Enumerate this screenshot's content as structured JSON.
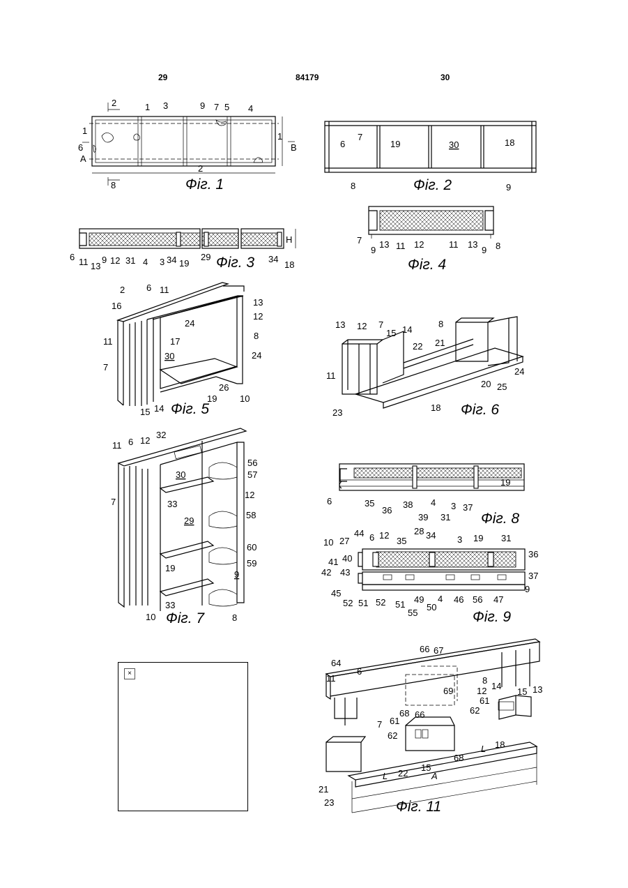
{
  "header": {
    "left_page": "29",
    "doc_number": "84179",
    "right_page": "30"
  },
  "figures": {
    "fig1": {
      "caption": "Фіг. 1",
      "labels": [
        "2",
        "1",
        "3",
        "9",
        "7",
        "5",
        "4",
        "1",
        "6",
        "A",
        "1",
        "B",
        "2",
        "8"
      ]
    },
    "fig2": {
      "caption": "Фіг. 2",
      "labels": [
        "7",
        "6",
        "19",
        "30",
        "18",
        "8",
        "9"
      ]
    },
    "fig3": {
      "caption": "Фіг. 3",
      "labels": [
        "H",
        "6",
        "11",
        "13",
        "9",
        "12",
        "4",
        "31",
        "3",
        "34",
        "19",
        "29",
        "34",
        "18"
      ]
    },
    "fig4": {
      "caption": "Фіг. 4",
      "labels": [
        "7",
        "9",
        "13",
        "11",
        "12",
        "11",
        "13",
        "9",
        "8"
      ]
    },
    "fig5": {
      "caption": "Фіг. 5",
      "labels": [
        "2",
        "6",
        "11",
        "16",
        "13",
        "12",
        "24",
        "17",
        "11",
        "8",
        "30",
        "24",
        "7",
        "26",
        "19",
        "10",
        "15",
        "14"
      ]
    },
    "fig6": {
      "caption": "Фіг. 6",
      "labels": [
        "13",
        "12",
        "7",
        "15",
        "14",
        "8",
        "22",
        "21",
        "11",
        "24",
        "20",
        "25",
        "23",
        "18"
      ]
    },
    "fig7": {
      "caption": "Фіг. 7",
      "labels": [
        "11",
        "6",
        "12",
        "32",
        "56",
        "57",
        "30",
        "12",
        "7",
        "33",
        "29",
        "58",
        "60",
        "19",
        "59",
        "9",
        "33",
        "10",
        "8"
      ]
    },
    "fig8": {
      "caption": "Фіг. 8",
      "labels": [
        "19",
        "6",
        "35",
        "36",
        "38",
        "39",
        "4",
        "31",
        "3",
        "37"
      ]
    },
    "fig9": {
      "caption": "Фіг. 9",
      "labels": [
        "10",
        "27",
        "44",
        "6",
        "12",
        "35",
        "28",
        "34",
        "3",
        "19",
        "31",
        "36",
        "40",
        "41",
        "42",
        "43",
        "37",
        "9",
        "45",
        "52",
        "51",
        "52",
        "51",
        "55",
        "49",
        "50",
        "4",
        "46",
        "56",
        "47"
      ]
    },
    "fig11": {
      "caption": "Фіг. 11",
      "labels": [
        "66",
        "67",
        "64",
        "6",
        "11",
        "8",
        "14",
        "12",
        "15",
        "13",
        "69",
        "61",
        "62",
        "68",
        "66",
        "61",
        "7",
        "62",
        "68",
        "L",
        "18",
        "15",
        "A",
        "L",
        "21",
        "22",
        "23"
      ]
    }
  },
  "image_placeholder": {
    "icon": "broken-image-icon",
    "glyph": "×"
  }
}
